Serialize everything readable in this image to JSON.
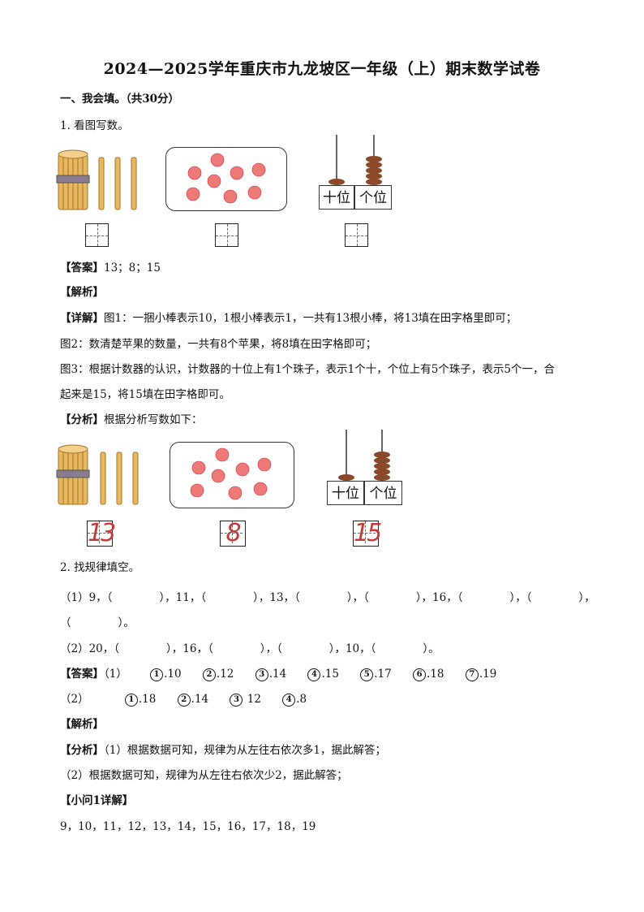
{
  "title": "2024—2025学年重庆市九龙坡区一年级（上）期末数学试卷",
  "section1": "一、我会填。（共30分）",
  "q1": {
    "label": "1. 看图写数。",
    "ten_label": "十位",
    "one_label": "个位",
    "answer_tag": "【答案】",
    "answer": "13；8；15",
    "analysis_tag": "【解析】",
    "detail_tag": "【详解】",
    "detail1": "图1：一捆小棒表示10，1根小棒表示1，一共有13根小棒，将13填在田字格里即可；",
    "detail2": "图2：数清楚苹果的数量，一共有8个苹果，将8填在田字格即可；",
    "detail3a": "图3：根据计数器的认识，计数器的十位上有1个珠子，表示1个十，个位上有5个珠子，表示5个一，合",
    "detail3b": "起来是15，将15填在田字格即可。",
    "fenxi_tag": "【分析】",
    "fenxi": "根据分析写数如下：",
    "filled": [
      "13",
      "8",
      "15"
    ]
  },
  "q2": {
    "label": "2. 找规律填空。",
    "line1a": "（1）9，（",
    "line1b": "），11，（",
    "line1c": "），13，（",
    "line1d": "），（",
    "line1e": "），16，（",
    "line1f": "），（",
    "line1g": "），",
    "line1h": "（",
    "line1i": "）。",
    "line2a": "（2）20，（",
    "line2b": "），16，（",
    "line2c": "），（",
    "line2d": "），10，（",
    "line2e": "）。",
    "answer_tag": "【答案】",
    "ans1_prefix": "（1）",
    "ans1": [
      [
        "1",
        ".10"
      ],
      [
        "2",
        ".12"
      ],
      [
        "3",
        ".14"
      ],
      [
        "4",
        ".15"
      ],
      [
        "5",
        ".17"
      ],
      [
        "6",
        ".18"
      ],
      [
        "7",
        ".19"
      ]
    ],
    "ans2_prefix": "（2）",
    "ans2": [
      [
        "1",
        ".18"
      ],
      [
        "2",
        ".14"
      ],
      [
        "3",
        "12"
      ],
      [
        "4",
        ".8"
      ]
    ],
    "analysis_tag": "【解析】",
    "fenxi_tag": "【分析】",
    "fenxi1": "（1）根据数据可知，规律为从左往右依次多1，据此解答；",
    "fenxi2": "（2）根据数据可知，规律为从左往右依次少2，据此解答；",
    "sub1_tag": "【小问1详解】",
    "sequence": "9，10，11，12，13，14，15，16，17，18，19"
  },
  "colors": {
    "stick": "#e8b860",
    "stick_edge": "#a07428",
    "apple": "#ee7a78",
    "bead": "#8a4a2a",
    "digit": "#c23b3b"
  }
}
